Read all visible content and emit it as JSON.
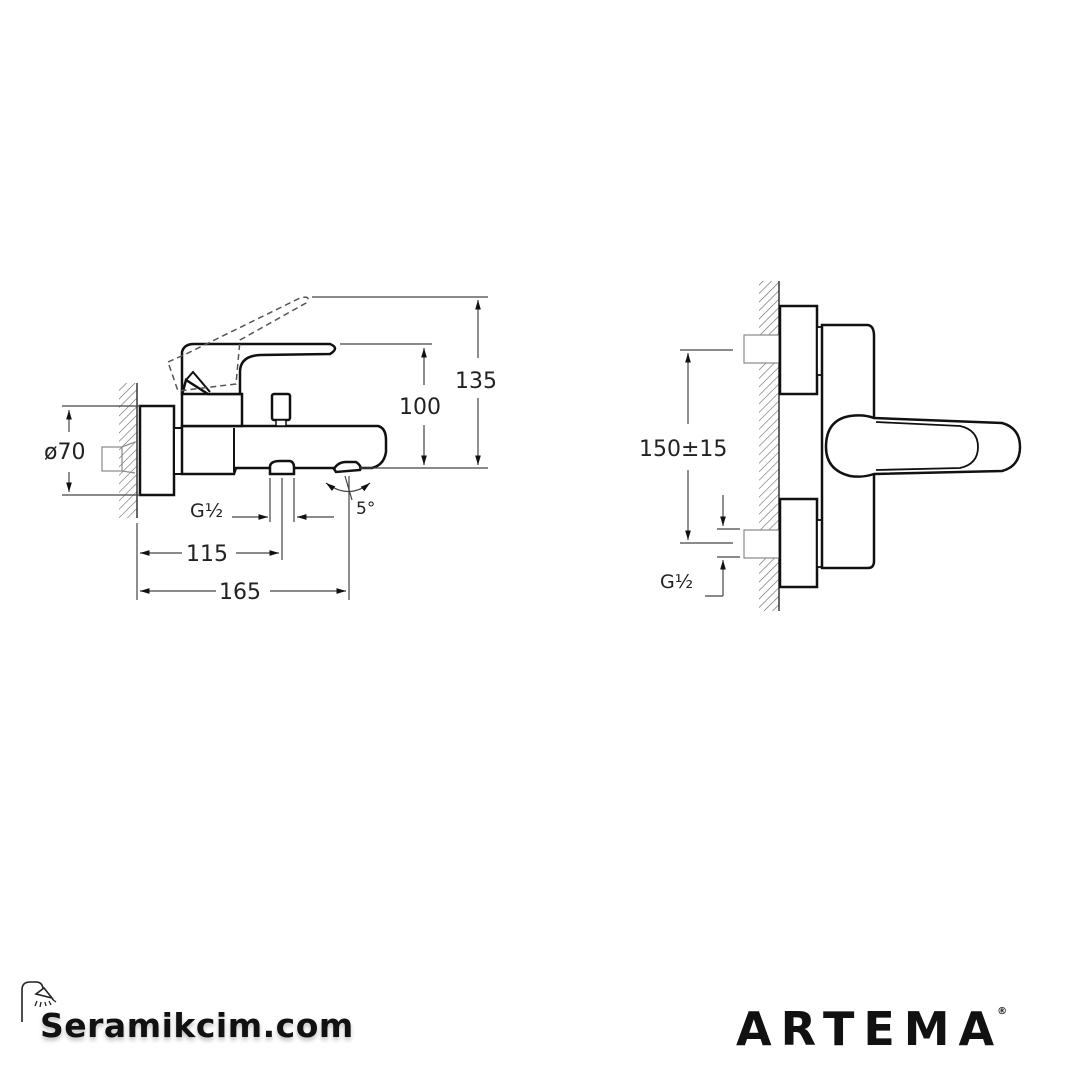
{
  "drawing": {
    "side_view": {
      "dimensions": {
        "diameter": "ø70",
        "height_handle": "100",
        "height_total": "135",
        "outlet_thread": "G½",
        "outlet_thread_main": "G",
        "outlet_thread_fraction": "½",
        "distance_outlet": "115",
        "distance_spout": "165",
        "spout_angle": "5°"
      }
    },
    "front_view": {
      "dimensions": {
        "inlet_spacing": "150±15",
        "inlet_thread": "G½"
      }
    },
    "colors": {
      "line": "#111111",
      "dimension_line": "#333333",
      "hatch": "#555555",
      "background": "#ffffff"
    }
  },
  "footer": {
    "left_brand": "Seramikcim.com",
    "left_icon": "shower-head-icon",
    "right_brand": "ARTEMA",
    "right_brand_mark": "®"
  }
}
